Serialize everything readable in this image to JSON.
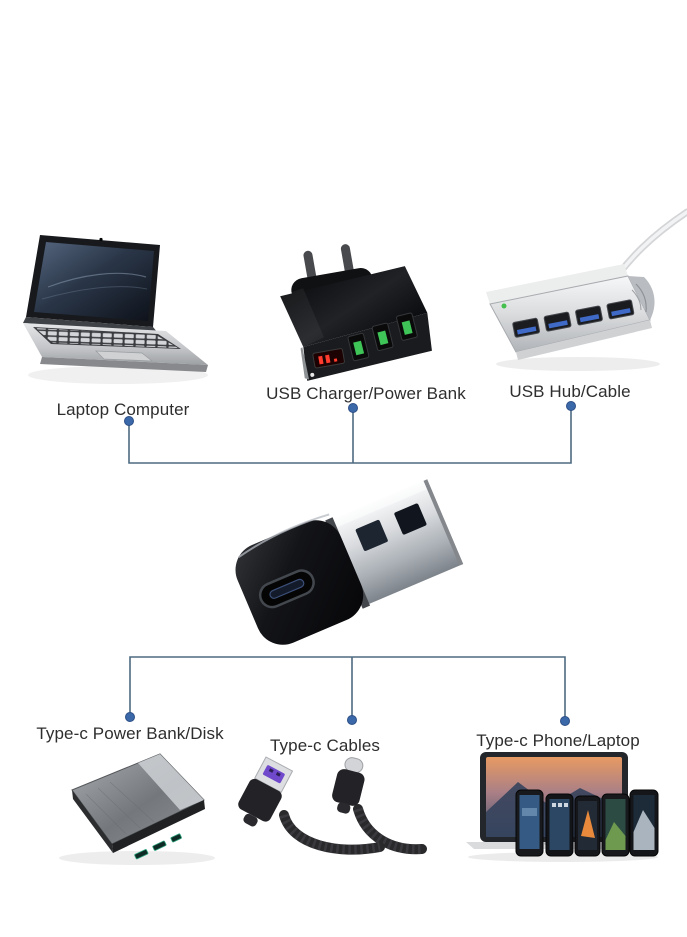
{
  "colors": {
    "background": "#ffffff",
    "connector_line": "#4e6b82",
    "connector_dot": "#3a68a8",
    "label_text": "#2e2e2e"
  },
  "top_row": {
    "items": [
      {
        "label": "Laptop Computer",
        "image": "laptop-computer-photo"
      },
      {
        "label": "USB Charger/Power Bank",
        "image": "usb-charger-power-bank-photo"
      },
      {
        "label": "USB Hub/Cable",
        "image": "usb-hub-cable-photo"
      }
    ]
  },
  "center": {
    "image": "usb-a-to-usb-c-adapter-photo"
  },
  "bottom_row": {
    "items": [
      {
        "label": "Type-c Power Bank/Disk",
        "image": "type-c-power-bank-disk-photo"
      },
      {
        "label": "Type-c Cables",
        "image": "type-c-cables-photo"
      },
      {
        "label": "Type-c Phone/Laptop",
        "image": "type-c-phone-laptop-photo"
      }
    ]
  }
}
